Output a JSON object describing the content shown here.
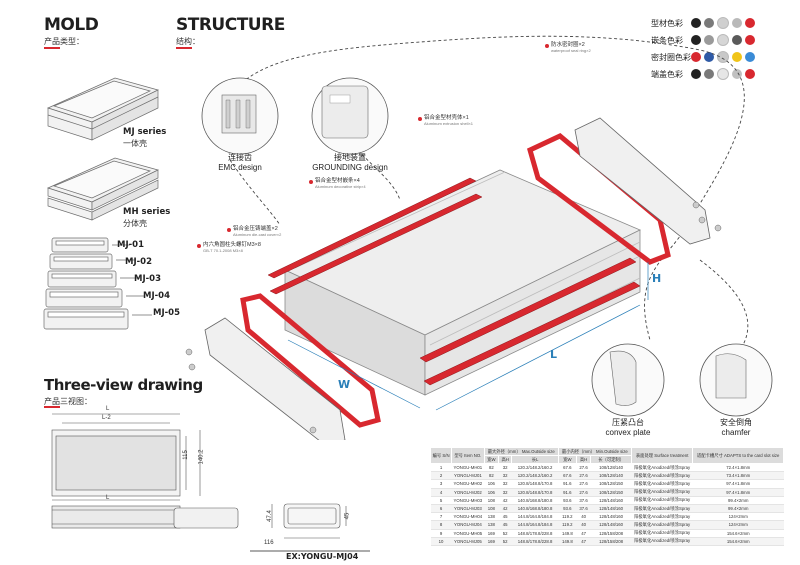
{
  "mold": {
    "title": "MOLD",
    "subtitle": "产品类型："
  },
  "structure": {
    "title": "STRUCTURE",
    "subtitle": "结构："
  },
  "series": [
    {
      "name": "MJ series",
      "cn": "一体壳"
    },
    {
      "name": "MH series",
      "cn": "分体壳"
    }
  ],
  "mj_models": [
    "MJ-01",
    "MJ-02",
    "MJ-03",
    "MJ-04",
    "MJ-05"
  ],
  "colors": {
    "rows": [
      {
        "label": "型材色彩",
        "swatches": [
          "#222222",
          "#7a7a7a",
          "#cfcfcf",
          "#b9b9b9",
          "#d8282f"
        ]
      },
      {
        "label": "嵌条色彩",
        "swatches": [
          "#222222",
          "#9a9a9a",
          "#d6d6d6",
          "#5a5a5a",
          "#d8282f"
        ]
      },
      {
        "label": "密封圈色彩",
        "swatches": [
          "#d8282f",
          "#2f5aa6",
          "#c8c8c8",
          "#f0c419",
          "#3a8bd6"
        ]
      },
      {
        "label": "端盖色彩",
        "swatches": [
          "#222222",
          "#7a7a7a",
          "#e6e6e6",
          "#c0c0c0",
          "#d8282f"
        ]
      }
    ]
  },
  "callouts": {
    "waterproof": {
      "cn": "防水密封圈×2",
      "en": "waterproof seal ring×2"
    },
    "extrusion_shell": {
      "cn": "铝合金型材壳体×1",
      "en": "Aluminum extrusion shell×1"
    },
    "decorative_strip": {
      "cn": "铝合金型材嵌条×4",
      "en": "Aluminum decorative strip×4"
    },
    "die_cast_cover": {
      "cn": "铝合金压铸端盖×2",
      "en": "Aluminum die-cast cover×2"
    },
    "screw": {
      "cn": "内六角圆柱头螺钉M3×8",
      "en": "GB-T 70.1-2008 M3×8"
    }
  },
  "emc": {
    "cn": "连接齿",
    "en": "EMC design"
  },
  "grounding": {
    "cn": "接地装置",
    "en": "GROUNDING design"
  },
  "convex": {
    "cn": "压紧凸台",
    "en": "convex plate"
  },
  "chamfer": {
    "cn": "安全倒角",
    "en": "chamfer"
  },
  "labels": {
    "H": "H",
    "L": "L",
    "W": "W"
  },
  "three_view": {
    "title": "Three-view drawing",
    "subtitle": "产品三视图：",
    "dims": {
      "L": "L",
      "L2": "L-2",
      "d115": "115",
      "d140": "140.2",
      "d116": "116",
      "d474": "47.4",
      "d45": "45"
    },
    "example": "EX:YONGU-MJ04"
  },
  "spec_table": {
    "headers": [
      "编号 S/N",
      "型号 Item NO.",
      "最大外径（mm） Max.Outside size",
      "最小内径（mm） Min.Outside size",
      "表面处理 Surface treatment",
      "适配卡槽尺寸 ADAPTS to the card slot size"
    ],
    "subheaders": [
      "宽W",
      "高H",
      "长L",
      "宽W",
      "高H",
      "长（可定制）"
    ],
    "rows": [
      [
        "1",
        "YONGU-MH01",
        "82",
        "32",
        "120.2/148.2/160.2",
        "67.6",
        "27.6",
        "108/128/140",
        "阳极氧化Anodized/喷涂Spray",
        "72.4×1.8mm"
      ],
      [
        "2",
        "YONGU-MJ01",
        "82",
        "32",
        "120.2/148.2/160.2",
        "67.6",
        "27.6",
        "108/128/140",
        "阳极氧化Anodized/喷涂Spray",
        "73.4×1.8mm"
      ],
      [
        "3",
        "YONGU-MH02",
        "106",
        "32",
        "120.8/148.8/170.8",
        "91.6",
        "27.6",
        "108/128/150",
        "阳极氧化Anodized/喷涂Spray",
        "97.4×1.8mm"
      ],
      [
        "4",
        "YONGU-MJ02",
        "106",
        "32",
        "120.8/148.8/170.8",
        "91.6",
        "27.6",
        "108/128/150",
        "阳极氧化Anodized/喷涂Spray",
        "97.4×1.8mm"
      ],
      [
        "5",
        "YONGU-MH03",
        "108",
        "42",
        "140.8/168.8/180.8",
        "93.6",
        "37.6",
        "128/148/160",
        "阳极氧化Anodized/喷涂Spray",
        "99.4×2mm"
      ],
      [
        "6",
        "YONGU-MJ03",
        "108",
        "42",
        "140.8/168.8/180.8",
        "93.6",
        "37.6",
        "128/148/160",
        "阳极氧化Anodized/喷涂Spray",
        "99.4×2mm"
      ],
      [
        "7",
        "YONGU-MH04",
        "138",
        "45",
        "144.8/164.8/184.8",
        "119.2",
        "40",
        "128/148/160",
        "阳极氧化Anodized/喷涂Spray",
        "124×2mm"
      ],
      [
        "8",
        "YONGU-MJ04",
        "138",
        "45",
        "144.8/164.8/184.8",
        "119.2",
        "40",
        "128/148/160",
        "阳极氧化Anodized/喷涂Spray",
        "124×2mm"
      ],
      [
        "9",
        "YONGU-MH05",
        "169",
        "52",
        "148.8/178.8/228.8",
        "149.8",
        "47",
        "128/158/208",
        "阳极氧化Anodized/喷涂Spray",
        "154.6×2mm"
      ],
      [
        "10",
        "YONGU-MJ05",
        "169",
        "52",
        "148.8/178.8/228.8",
        "149.8",
        "47",
        "128/158/208",
        "阳极氧化Anodized/喷涂Spray",
        "154.6×2mm"
      ]
    ]
  }
}
